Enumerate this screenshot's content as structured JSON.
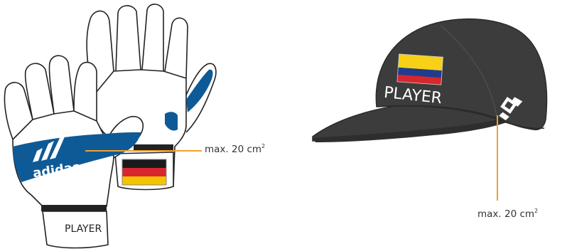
{
  "gloves": {
    "brand_text": "adidas",
    "player_text": "PLAYER",
    "flag": "Germany",
    "flag_colors": [
      "#1a1a1a",
      "#d8262e",
      "#f4c300"
    ],
    "accent_color": "#0e5a96"
  },
  "cap": {
    "player_text": "PLAYER",
    "flag": "Colombia",
    "flag_colors": [
      "#f7d116",
      "#1f3c8f",
      "#d7262e"
    ],
    "cap_color": "#3c3c3c",
    "logo_icon": "diamond-logo-icon"
  },
  "callouts": [
    {
      "text": "max. 20 cm",
      "sup": "2"
    },
    {
      "text": "max. 20 cm",
      "sup": "2"
    }
  ],
  "colors": {
    "callout_line": "#f0a030"
  }
}
